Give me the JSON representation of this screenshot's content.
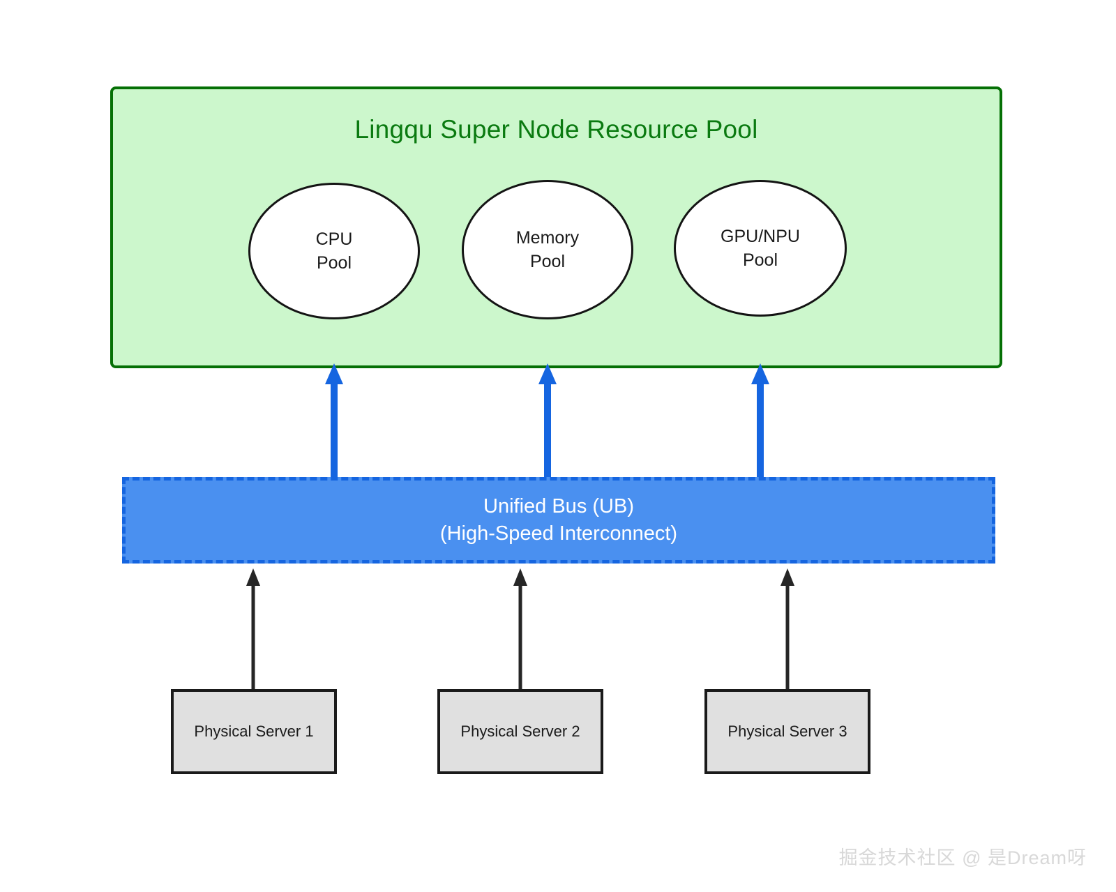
{
  "diagram": {
    "title": "Lingqu Super Node Resource Pool",
    "pool": {
      "label": "Lingqu Super Node Resource Pool",
      "fill_color": "#ccf7cc",
      "border_color": "#057005",
      "text_color": "#0a7a10",
      "resources": [
        {
          "name": "cpu-pool",
          "line1": "CPU",
          "line2": "Pool"
        },
        {
          "name": "memory-pool",
          "line1": "Memory",
          "line2": "Pool"
        },
        {
          "name": "gpu-npu-pool",
          "line1": "GPU/NPU",
          "line2": "Pool"
        }
      ]
    },
    "bus": {
      "line1": "Unified Bus (UB)",
      "line2": "(High-Speed Interconnect)",
      "fill_color": "#4a90f0",
      "border_color": "#1565e0",
      "text_color": "#ffffff",
      "border_style": "dashed"
    },
    "servers": [
      {
        "name": "physical-server-1",
        "label": "Physical Server 1"
      },
      {
        "name": "physical-server-2",
        "label": "Physical Server 2"
      },
      {
        "name": "physical-server-3",
        "label": "Physical Server 3"
      }
    ],
    "connectors": {
      "bus_to_pool": {
        "color": "#1565e0",
        "direction": "up",
        "count": 3
      },
      "server_to_bus": {
        "color": "#262626",
        "direction": "up",
        "count": 3
      }
    },
    "watermark": "掘金技术社区 @ 是Dream呀"
  }
}
